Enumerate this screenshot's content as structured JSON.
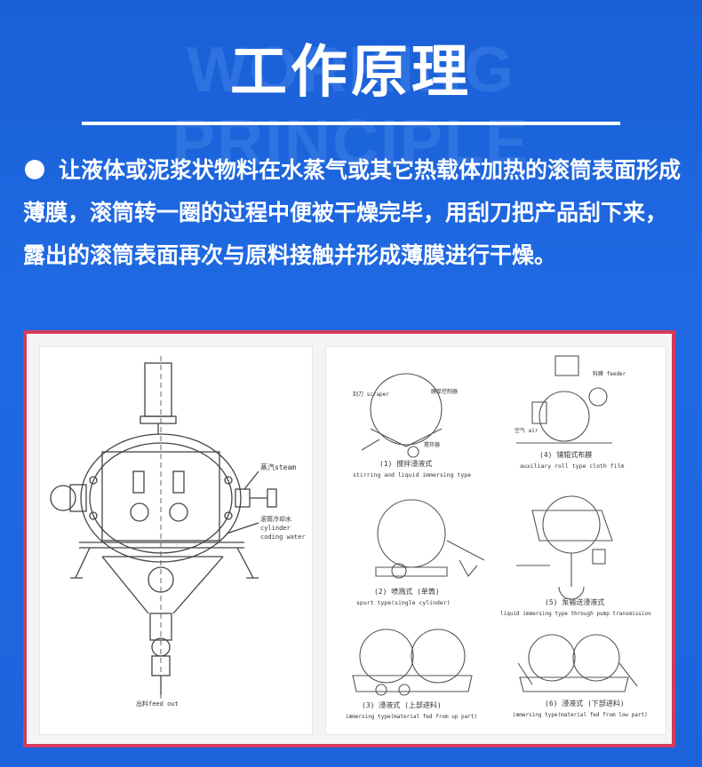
{
  "header": {
    "bg_word": "WORKING PRINCIPLE",
    "title": "工作原理"
  },
  "description": "让液体或泥浆状物料在水蒸气或其它热载体加热的滚筒表面形成薄膜，滚筒转一圈的过程中便被干燥完毕，用刮刀把产品刮下来，露出的滚筒表面再次与原料接触并形成薄膜进行干燥。",
  "left_diagram": {
    "steam_label": "蒸汽steam",
    "cooling_label_cn": "滚筒冷却水",
    "cooling_label_en1": "cylinder",
    "cooling_label_en2": "coding water",
    "feed_out_label": "出料feed out"
  },
  "right_diagram": {
    "d1_cn": "(1) 搅拌浸液式",
    "d1_en": "stirring and liquid immersing type",
    "d2_cn": "(2) 喷溅式 (单筒)",
    "d2_en": "spurt type(single cylinder)",
    "d3_cn": "(3) 浸液式 (上部进料)",
    "d3_en": "immersing type(material fed from up part)",
    "d4_cn": "(4) 铺辊式布膜",
    "d4_en": "auxiliary roll type cloth film",
    "d5_cn": "(5) 泵输送浸液式",
    "d5_en": "liquid immersing type through pump transmission",
    "d6_cn": "(6) 浸液式 (下部进料)",
    "d6_en": "immersing type(material fed from low part)",
    "scraper": "刮刀 scraper",
    "film_ctrl": "膜厚控制器",
    "agitator": "搅拌器",
    "feeder": "料膜 feeder",
    "air": "空气 air"
  }
}
